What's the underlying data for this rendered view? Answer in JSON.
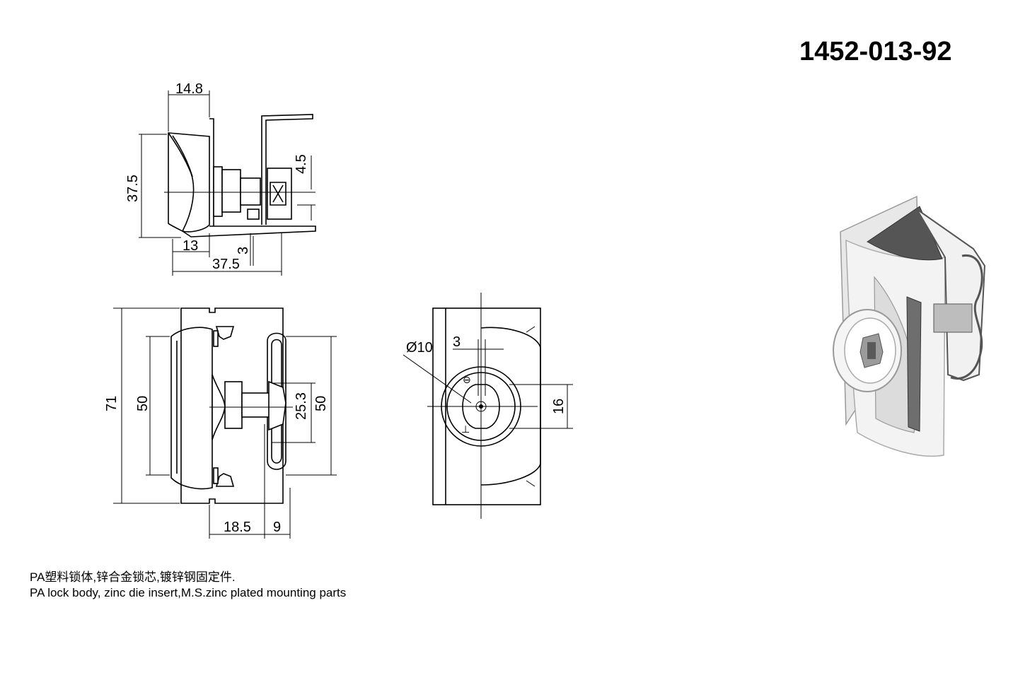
{
  "title": {
    "part_number": "1452-013-92"
  },
  "notes": {
    "line_cn": "PA塑料锁体,锌合金锁芯,镀锌钢固定件.",
    "line_en": "PA lock body, zinc die insert,M.S.zinc plated mounting parts"
  },
  "side_view": {
    "dims": {
      "d_14_8": "14.8",
      "d_37_5_v": "37.5",
      "d_4_5": "4.5",
      "d_13": "13",
      "d_3": "3",
      "d_37_5_h": "37.5"
    }
  },
  "front_view": {
    "dims": {
      "d_71": "71",
      "d_50_l": "50",
      "d_25_3": "25.3",
      "d_50_r": "50",
      "d_18_5": "18.5",
      "d_9": "9"
    }
  },
  "rear_view": {
    "dims": {
      "d_phi10": "Ø10",
      "d_3": "3",
      "d_16": "16"
    }
  }
}
